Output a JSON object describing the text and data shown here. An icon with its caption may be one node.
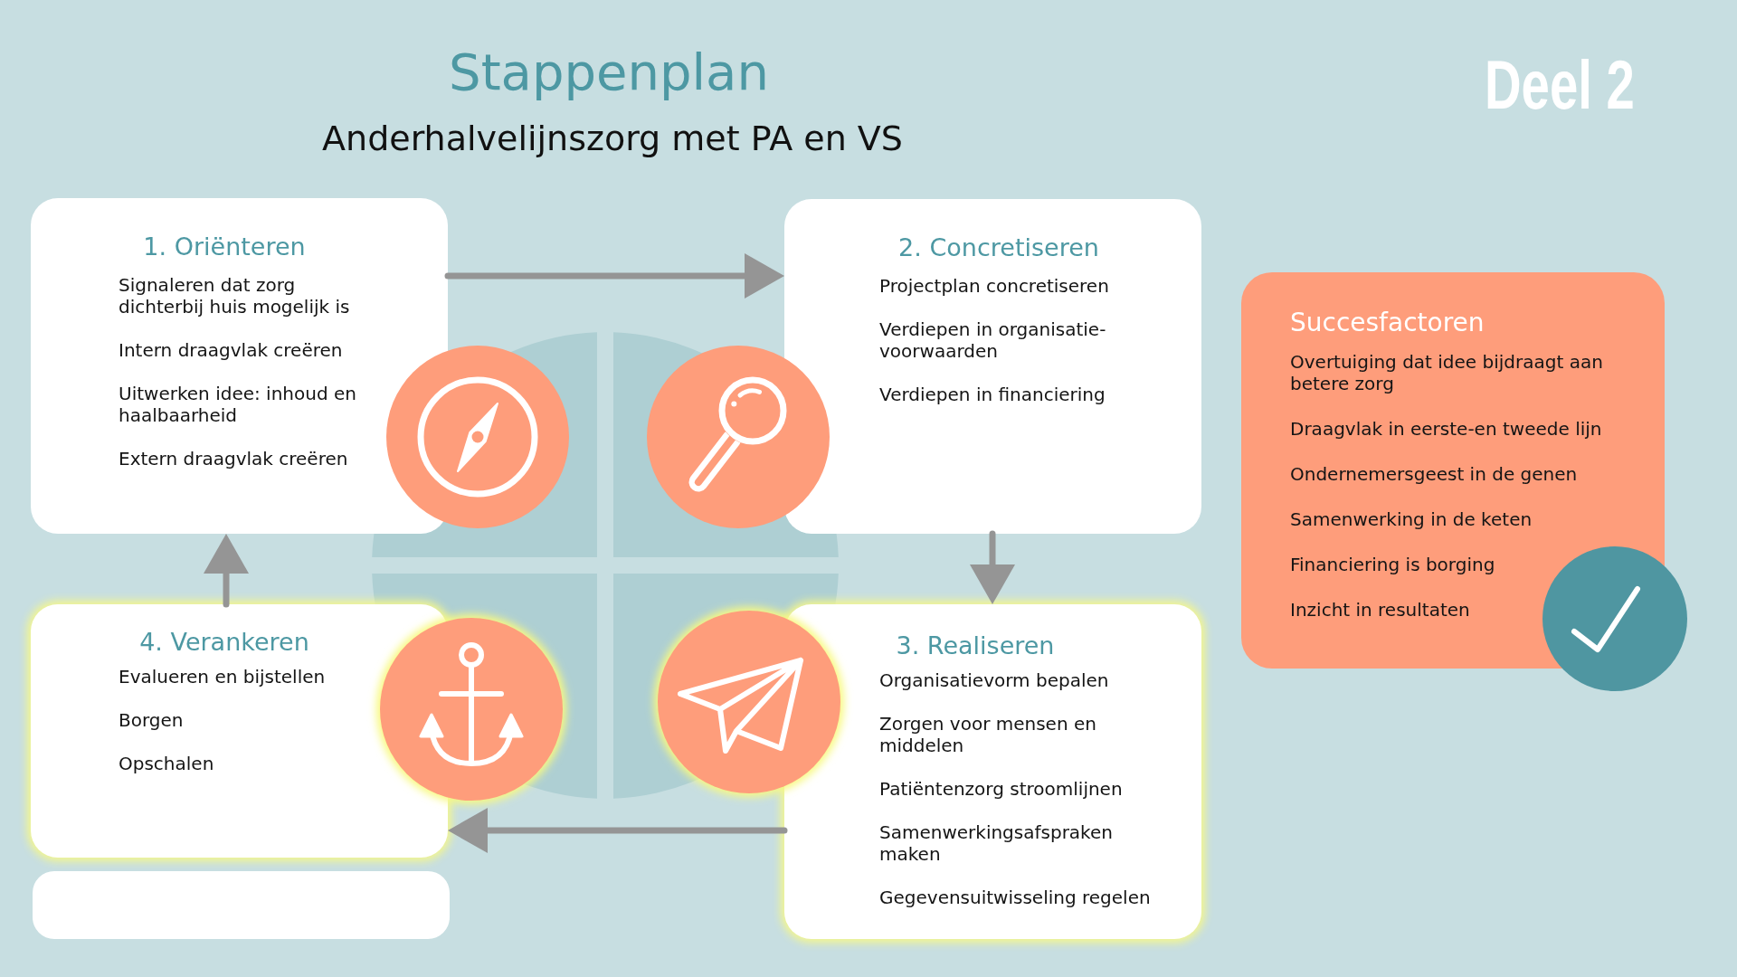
{
  "diagram": {
    "title": "Stappenplan",
    "nodes": [
      {
        "text": [
          "1. Oriënteren",
          "Signaleren dat zorg dichterbij huis mogelijk is",
          "Intern draagvlak creëren",
          "Uitwerken idee: inhoud en haalbaarheid",
          "Extern draagvlak creëren"
        ]
      },
      {
        "text": [
          "2. Concretiseren",
          "Projectplan concretiseren",
          "Verdiepen in organisatie- voorwaarden",
          "Verdiepen in financiering"
        ]
      },
      {
        "text": [
          "3. Realiseren",
          "Organisatievorm bepalen",
          "Zorgen voor mensen en middelen",
          "Patiëntenzorg stroomlijnen",
          "Samenwerkingsafspraken maken",
          "Gegevensuitwisseling regelen"
        ]
      },
      {
        "text": [
          "4. Verankeren",
          "Evalueren en bijstellen",
          "Borgen",
          "Opschalen"
        ]
      },
      {
        "text": [
          "Succesfactoren",
          "Overtuiging dat idee bijdraagt aan betere zorg",
          "Draagvlak in eerste-en tweede lijn",
          "Ondernemersgeest in de genen",
          "Samenwerking in de keten",
          "Financiering is borging",
          "Inzicht in resultaten"
        ]
      },
      {
        "text": [],
        "shape": "box"
      }
    ],
    "edges": [
      {
        "from": 0,
        "to": 1,
        "arrow": "to"
      },
      {
        "from": 1,
        "to": 2,
        "arrow": "to"
      },
      {
        "from": 2,
        "to": 3,
        "arrow": "to"
      },
      {
        "from": 3,
        "to": 0,
        "arrow": "to"
      }
    ],
    "labels": [
      "Anderhalvelijnszorg met PA en VS",
      "Deel 2"
    ]
  }
}
